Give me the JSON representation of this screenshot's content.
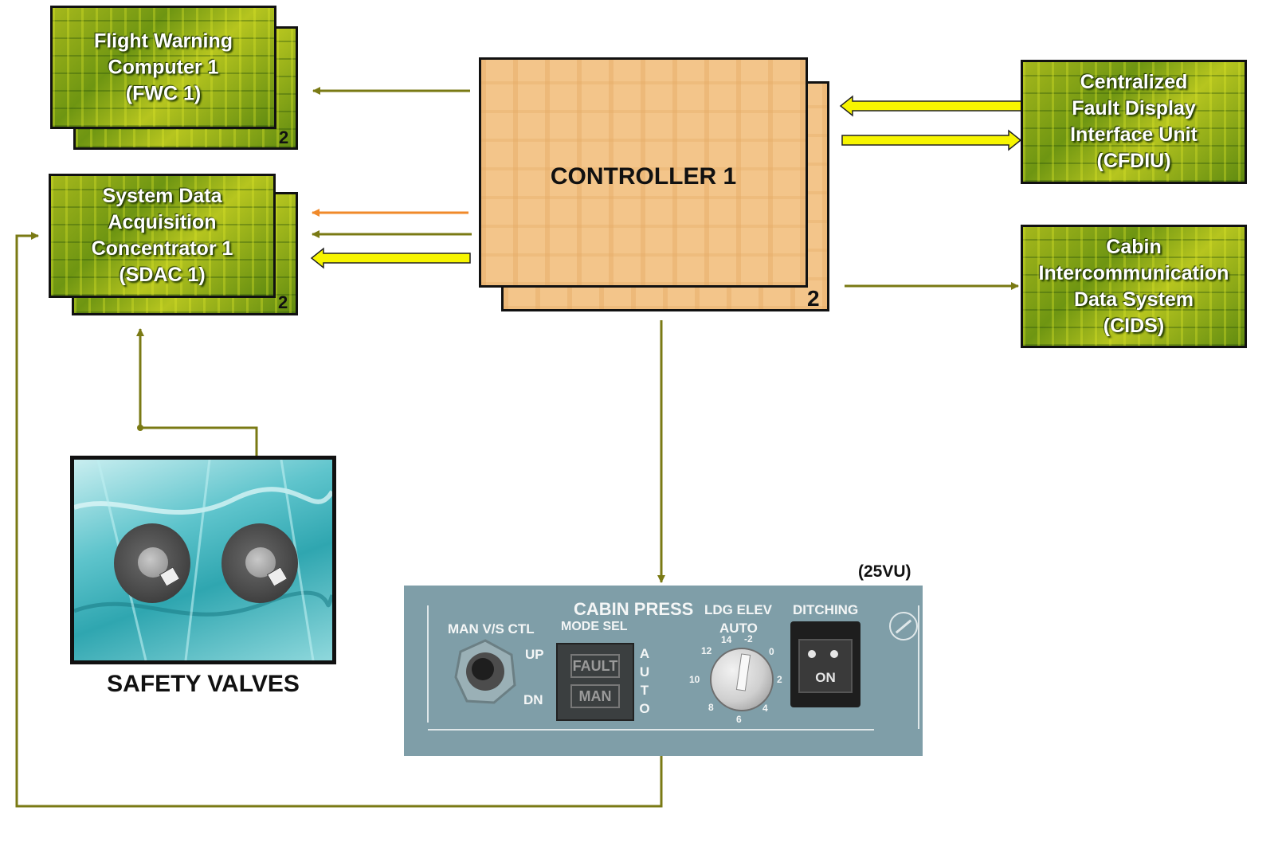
{
  "fwc": {
    "lines": [
      "Flight Warning",
      "Computer 1",
      "(FWC 1)"
    ],
    "badge": "2"
  },
  "sdac": {
    "lines": [
      "System Data",
      "Acquisition",
      "Concentrator 1",
      "(SDAC 1)"
    ],
    "badge": "2"
  },
  "controller": {
    "title": "CONTROLLER 1",
    "badge": "2"
  },
  "cfdiu": {
    "lines": [
      "Centralized",
      "Fault Display",
      "Interface Unit",
      "(CFDIU)"
    ]
  },
  "cids": {
    "lines": [
      "Cabin",
      "Intercommunication",
      "Data System",
      "(CIDS)"
    ]
  },
  "safety_valves": {
    "label": "SAFETY VALVES"
  },
  "panel": {
    "id_label": "(25VU)",
    "title": "CABIN PRESS",
    "man_vs_ctl": "MAN V/S CTL",
    "up": "UP",
    "dn": "DN",
    "mode_sel": "MODE SEL",
    "fault": "FAULT",
    "man": "MAN",
    "auto_vertical": [
      "A",
      "U",
      "T",
      "O"
    ],
    "ldg_elev": "LDG ELEV",
    "auto": "AUTO",
    "dial_ticks": [
      "14",
      "-2",
      "12",
      "0",
      "10",
      "2",
      "8",
      "4",
      "6"
    ],
    "ditching": "DITCHING",
    "on": "ON"
  },
  "colors": {
    "olive_line": "#7a7a14",
    "orange_line": "#f08a2a",
    "yellow_arrow": "#f7f500",
    "panel_bg": "#7f9ea8"
  }
}
